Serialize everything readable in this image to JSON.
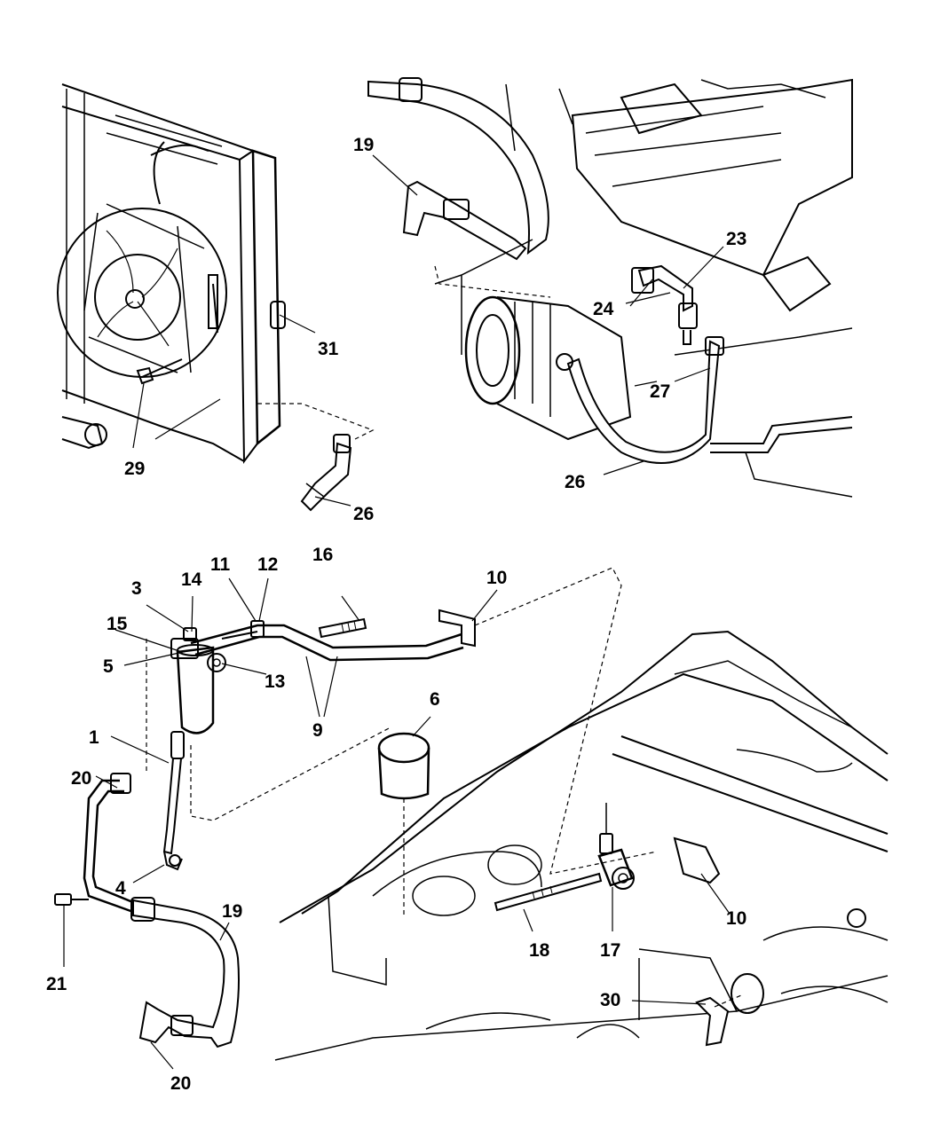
{
  "callouts": {
    "c1": "1",
    "c3": "3",
    "c4": "4",
    "c5": "5",
    "c6": "6",
    "c9": "9",
    "c10a": "10",
    "c10b": "10",
    "c11": "11",
    "c12": "12",
    "c13": "13",
    "c14": "14",
    "c15": "15",
    "c16": "16",
    "c17": "17",
    "c18": "18",
    "c19a": "19",
    "c19b": "19",
    "c20a": "20",
    "c20b": "20",
    "c21": "21",
    "c23": "23",
    "c24": "24",
    "c26a": "26",
    "c26b": "26",
    "c27": "27",
    "c29": "29",
    "c30": "30",
    "c31": "31"
  },
  "colors": {
    "ink": "#000000",
    "paper": "#ffffff"
  }
}
